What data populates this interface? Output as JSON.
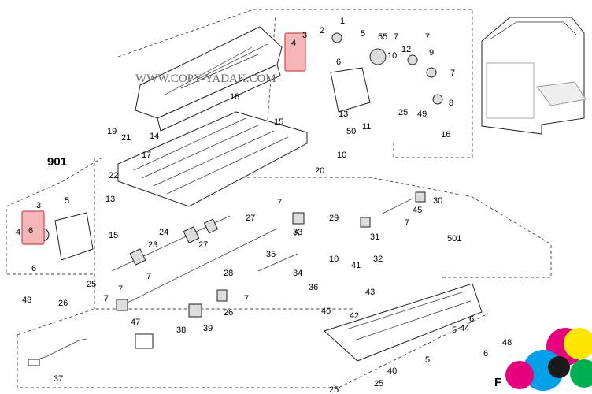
{
  "watermark": "WWW.COPY-YADAK.COM",
  "corner_letter": "F",
  "assembly_labels": [
    "901",
    "501"
  ],
  "highlight_color": "#f4b6b6",
  "callouts": [
    "1",
    "2",
    "3",
    "4",
    "5",
    "55",
    "7",
    "7",
    "6",
    "9",
    "10",
    "12",
    "8",
    "7",
    "13",
    "11",
    "25",
    "49",
    "16",
    "18",
    "19",
    "21",
    "17",
    "14",
    "15",
    "50",
    "10",
    "20",
    "22",
    "13",
    "15",
    "24",
    "5",
    "3",
    "4",
    "6",
    "6",
    "25",
    "48",
    "26",
    "7",
    "33",
    "29",
    "30",
    "45",
    "31",
    "23",
    "27",
    "27",
    "28",
    "7",
    "10",
    "32",
    "35",
    "41",
    "34",
    "7",
    "7",
    "7",
    "26",
    "36",
    "43",
    "46",
    "42",
    "47",
    "38",
    "39",
    "37",
    "40",
    "44",
    "5",
    "6",
    "48",
    "25",
    "25",
    "5",
    "6",
    "5",
    "7"
  ]
}
